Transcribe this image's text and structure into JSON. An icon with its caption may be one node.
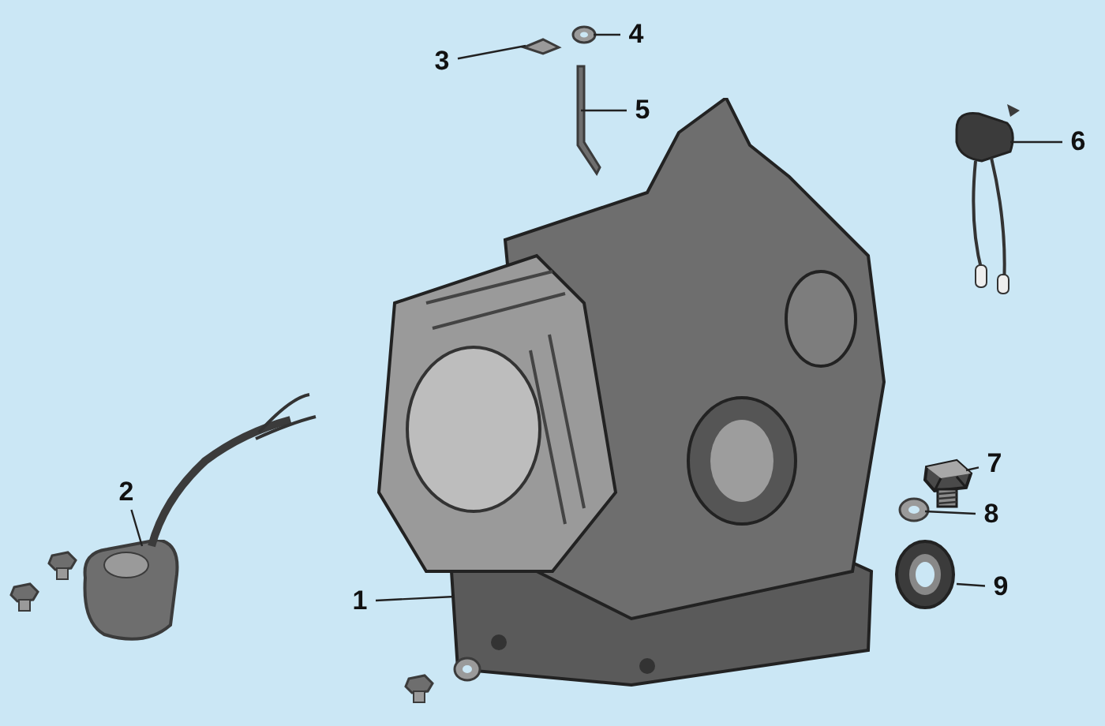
{
  "diagram": {
    "nodes": [
      {
        "text": [
          "3"
        ]
      },
      {
        "text": [
          "4"
        ]
      },
      {
        "text": [
          "5"
        ]
      },
      {
        "text": [
          "6"
        ]
      },
      {
        "text": [
          "7"
        ]
      },
      {
        "text": [
          "2"
        ]
      },
      {
        "text": [
          "8"
        ]
      },
      {
        "text": [
          "1"
        ]
      },
      {
        "text": [
          "9"
        ]
      },
      {
        "text": [],
        "shape": "picture"
      },
      {
        "text": [],
        "shape": "picture"
      },
      {
        "text": [],
        "shape": "picture"
      },
      {
        "text": [],
        "shape": "picture"
      },
      {
        "text": [],
        "shape": "picture"
      },
      {
        "text": [],
        "shape": "picture"
      },
      {
        "text": [],
        "shape": "picture"
      },
      {
        "text": [],
        "shape": "picture"
      },
      {
        "text": [],
        "shape": "picture"
      }
    ],
    "edges": [
      {
        "from": 0,
        "to": 9,
        "arrow": "none"
      },
      {
        "from": 1,
        "to": 10,
        "arrow": "none"
      },
      {
        "from": 2,
        "to": 11,
        "arrow": "none"
      },
      {
        "from": 3,
        "to": 12,
        "arrow": "none"
      },
      {
        "from": 4,
        "to": 13,
        "arrow": "none"
      },
      {
        "from": 5,
        "to": 14,
        "arrow": "none"
      },
      {
        "from": 6,
        "to": 15,
        "arrow": "none"
      },
      {
        "from": 7,
        "to": 16,
        "arrow": "none"
      },
      {
        "from": 8,
        "to": 17,
        "arrow": "none"
      }
    ]
  }
}
